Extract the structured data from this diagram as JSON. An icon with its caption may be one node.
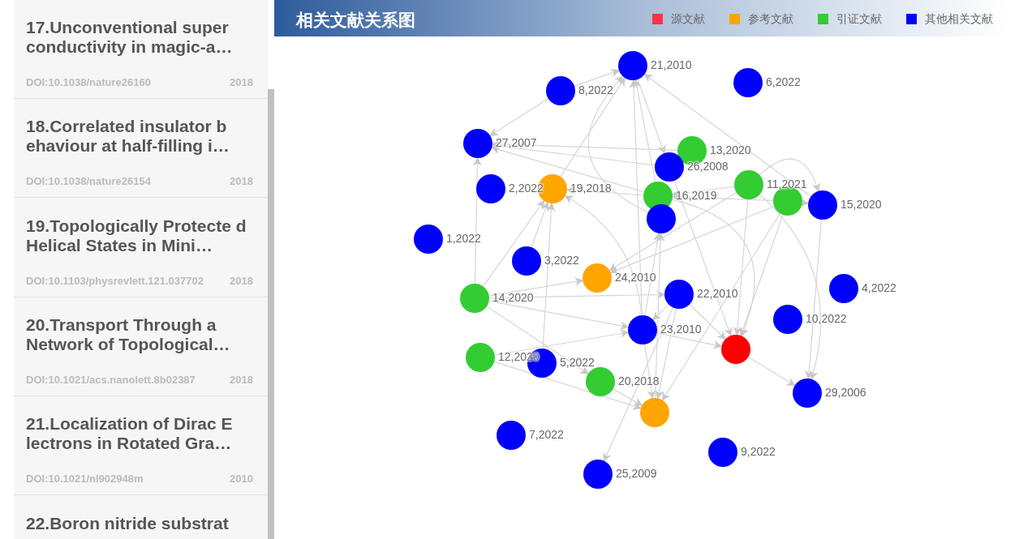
{
  "diagram": {
    "title": "相关文献关系图",
    "nodes": [
      {
        "text": [
          "17.Unconventional super conductivity in magic-a…",
          "DOI:10.1038/nature26160",
          "2018"
        ]
      },
      {
        "text": [
          "18.Correlated insulator b ehaviour at half-filling i…",
          "DOI:10.1038/nature26154",
          "2018"
        ]
      },
      {
        "text": [
          "19.Topologically Protecte d Helical States in Mini…",
          "DOI:10.1103/physrevlett.121.037702",
          "2018"
        ]
      },
      {
        "text": [
          "20.Transport Through a Network of Topological…",
          "DOI:10.1021/acs.nanolett.8b02387",
          "2018"
        ]
      },
      {
        "text": [
          "21.Localization of Dirac E lectrons in Rotated Gra…",
          "DOI:10.1021/nl902948m",
          "2010"
        ]
      },
      {
        "text": [
          "22.Boron nitride substrat"
        ]
      },
      {
        "text": [],
        "shape": "circle",
        "beside": [
          "21,2010"
        ]
      },
      {
        "text": [],
        "shape": "circle",
        "beside": [
          "8,2022"
        ]
      },
      {
        "text": [],
        "shape": "circle",
        "beside": [
          "6,2022"
        ]
      },
      {
        "text": [],
        "shape": "circle",
        "beside": [
          "27,2007"
        ]
      },
      {
        "text": [],
        "shape": "circle",
        "beside": [
          "13,2020"
        ]
      },
      {
        "text": [],
        "shape": "circle",
        "beside": [
          "26,2008"
        ]
      },
      {
        "text": [],
        "shape": "circle",
        "beside": [
          "11,2021"
        ]
      },
      {
        "text": [],
        "shape": "circle",
        "beside": [
          "2,2022"
        ]
      },
      {
        "text": [],
        "shape": "circle",
        "beside": [
          "19,2018"
        ]
      },
      {
        "text": [],
        "shape": "circle",
        "beside": [
          "16,2019"
        ]
      },
      {
        "text": [],
        "shape": "circle"
      },
      {
        "text": [],
        "shape": "circle",
        "beside": [
          "15,2020"
        ]
      },
      {
        "text": [],
        "shape": "circle"
      },
      {
        "text": [],
        "shape": "circle",
        "beside": [
          "1,2022"
        ]
      },
      {
        "text": [],
        "shape": "circle",
        "beside": [
          "3,2022"
        ]
      },
      {
        "text": [],
        "shape": "circle",
        "beside": [
          "24,2010"
        ]
      },
      {
        "text": [],
        "shape": "circle",
        "beside": [
          "4,2022"
        ]
      },
      {
        "text": [],
        "shape": "circle",
        "beside": [
          "22,2010"
        ]
      },
      {
        "text": [],
        "shape": "circle",
        "beside": [
          "14,2020"
        ]
      },
      {
        "text": [],
        "shape": "circle",
        "beside": [
          "10,2022"
        ]
      },
      {
        "text": [],
        "shape": "circle",
        "beside": [
          "23,2010"
        ]
      },
      {
        "text": [],
        "shape": "circle"
      },
      {
        "text": [],
        "shape": "circle",
        "beside": [
          "12,2020"
        ]
      },
      {
        "text": [],
        "shape": "circle",
        "beside": [
          "5,2022"
        ]
      },
      {
        "text": [],
        "shape": "circle",
        "beside": [
          "20,2018"
        ]
      },
      {
        "text": [],
        "shape": "circle",
        "beside": [
          "29,2006"
        ]
      },
      {
        "text": [],
        "shape": "circle"
      },
      {
        "text": [],
        "shape": "circle",
        "beside": [
          "7,2022"
        ]
      },
      {
        "text": [],
        "shape": "circle",
        "beside": [
          "9,2022"
        ]
      },
      {
        "text": [],
        "shape": "circle",
        "beside": [
          "25,2009"
        ]
      }
    ],
    "edges": [
      {
        "from": 7,
        "to": 9,
        "arrow": "to"
      },
      {
        "from": 7,
        "to": 6,
        "arrow": "to"
      },
      {
        "from": 14,
        "to": 6,
        "arrow": "to"
      },
      {
        "from": 26,
        "to": 6,
        "arrow": "to"
      },
      {
        "from": 18,
        "to": 6,
        "arrow": "to"
      },
      {
        "from": 15,
        "to": 6,
        "arrow": "to"
      },
      {
        "from": 17,
        "to": 6,
        "arrow": "to"
      },
      {
        "from": 6,
        "to": 11,
        "arrow": "to"
      },
      {
        "from": 10,
        "to": 9,
        "arrow": "to"
      },
      {
        "from": 11,
        "to": 9,
        "arrow": "to"
      },
      {
        "from": 15,
        "to": 9,
        "arrow": "to"
      },
      {
        "from": 24,
        "to": 9,
        "arrow": "to"
      },
      {
        "from": 15,
        "to": 14,
        "arrow": "to"
      },
      {
        "from": 20,
        "to": 14,
        "arrow": "to"
      },
      {
        "from": 24,
        "to": 14,
        "arrow": "to"
      },
      {
        "from": 26,
        "to": 14,
        "arrow": "to"
      },
      {
        "from": 29,
        "to": 14,
        "arrow": "to"
      },
      {
        "from": 12,
        "to": 17,
        "arrow": "to"
      },
      {
        "from": 16,
        "to": 17,
        "arrow": "to"
      },
      {
        "from": 24,
        "to": 21,
        "arrow": "to"
      },
      {
        "from": 24,
        "to": 23,
        "arrow": "to"
      },
      {
        "from": 24,
        "to": 26,
        "arrow": "to"
      },
      {
        "from": 24,
        "to": 30,
        "arrow": "to"
      },
      {
        "from": 28,
        "to": 26,
        "arrow": "to"
      },
      {
        "from": 28,
        "to": 32,
        "arrow": "to"
      },
      {
        "from": 30,
        "to": 32,
        "arrow": "to"
      },
      {
        "from": 23,
        "to": 35,
        "arrow": "to"
      },
      {
        "from": 27,
        "to": 31,
        "arrow": "to"
      },
      {
        "from": 12,
        "to": 31,
        "arrow": "to"
      },
      {
        "from": 17,
        "to": 31,
        "arrow": "to"
      },
      {
        "from": 11,
        "to": 27,
        "arrow": "to"
      },
      {
        "from": 23,
        "to": 27,
        "arrow": "to"
      },
      {
        "from": 15,
        "to": 27,
        "arrow": "to"
      },
      {
        "from": 12,
        "to": 27,
        "arrow": "to"
      },
      {
        "from": 16,
        "to": 27,
        "arrow": "to"
      },
      {
        "from": 26,
        "to": 27,
        "arrow": "to"
      },
      {
        "from": 16,
        "to": 21,
        "arrow": "to"
      },
      {
        "from": 12,
        "to": 21,
        "arrow": "to"
      },
      {
        "from": 23,
        "to": 32,
        "arrow": "to"
      },
      {
        "from": 16,
        "to": 32,
        "arrow": "to"
      },
      {
        "from": 26,
        "to": 32,
        "arrow": "to"
      },
      {
        "from": 26,
        "to": 18,
        "arrow": "to"
      },
      {
        "from": 32,
        "to": 18,
        "arrow": "to"
      },
      {
        "from": 16,
        "to": 15,
        "arrow": "to"
      },
      {
        "from": 12,
        "to": 15,
        "arrow": "to"
      },
      {
        "from": 23,
        "to": 26,
        "arrow": "to"
      }
    ],
    "legend": [
      {
        "text": "源文献",
        "color": "#ff3344"
      },
      {
        "text": "参考文献",
        "color": "#ffa500"
      },
      {
        "text": "引证文献",
        "color": "#33cc33"
      },
      {
        "text": "其他相关文献",
        "color": "#0000ff"
      }
    ]
  }
}
